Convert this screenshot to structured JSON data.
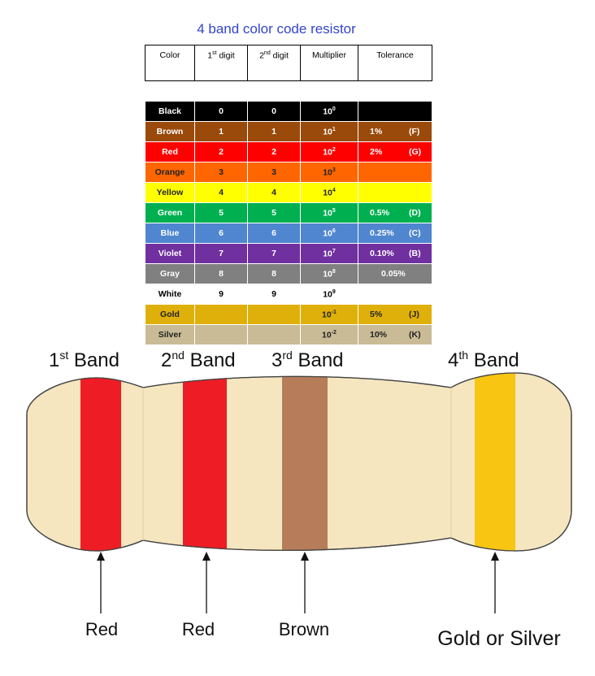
{
  "title": "4 band color code resistor",
  "table": {
    "headers": {
      "color": "Color",
      "digit1": "1",
      "digit1_sup": "st",
      "digit1_suffix": " digit",
      "digit2": "2",
      "digit2_sup": "nd",
      "digit2_suffix": " digit",
      "multiplier": "Multiplier",
      "tolerance": "Tolerance"
    },
    "rows": [
      {
        "color": "Black",
        "d1": "0",
        "d2": "0",
        "mult_base": "10",
        "mult_exp": "0",
        "tol": "",
        "code": "",
        "bg": "#000000",
        "fg": "#ffffff"
      },
      {
        "color": "Brown",
        "d1": "1",
        "d2": "1",
        "mult_base": "10",
        "mult_exp": "1",
        "tol": "1%",
        "code": "(F)",
        "bg": "#9a4a0a",
        "fg": "#ffffff"
      },
      {
        "color": "Red",
        "d1": "2",
        "d2": "2",
        "mult_base": "10",
        "mult_exp": "2",
        "tol": "2%",
        "code": "(G)",
        "bg": "#ff0000",
        "fg": "#ffffff"
      },
      {
        "color": "Orange",
        "d1": "3",
        "d2": "3",
        "mult_base": "10",
        "mult_exp": "3",
        "tol": "",
        "code": "",
        "bg": "#ff6600",
        "fg": "#222222"
      },
      {
        "color": "Yellow",
        "d1": "4",
        "d2": "4",
        "mult_base": "10",
        "mult_exp": "4",
        "tol": "",
        "code": "",
        "bg": "#ffff00",
        "fg": "#222222"
      },
      {
        "color": "Green",
        "d1": "5",
        "d2": "5",
        "mult_base": "10",
        "mult_exp": "5",
        "tol": "0.5%",
        "code": "(D)",
        "bg": "#00b050",
        "fg": "#ffffff"
      },
      {
        "color": "Blue",
        "d1": "6",
        "d2": "6",
        "mult_base": "10",
        "mult_exp": "6",
        "tol": "0.25%",
        "code": "(C)",
        "bg": "#4f86cf",
        "fg": "#ffffff"
      },
      {
        "color": "Violet",
        "d1": "7",
        "d2": "7",
        "mult_base": "10",
        "mult_exp": "7",
        "tol": "0.10%",
        "code": "(B)",
        "bg": "#7030a0",
        "fg": "#ffffff"
      },
      {
        "color": "Gray",
        "d1": "8",
        "d2": "8",
        "mult_base": "10",
        "mult_exp": "8",
        "tol": "0.05%",
        "code": "",
        "bg": "#808080",
        "fg": "#ffffff"
      },
      {
        "color": "White",
        "d1": "9",
        "d2": "9",
        "mult_base": "10",
        "mult_exp": "9",
        "tol": "",
        "code": "",
        "bg": "#ffffff",
        "fg": "#000000"
      },
      {
        "color": "Gold",
        "d1": "",
        "d2": "",
        "mult_base": "10",
        "mult_exp": "-1",
        "tol": "5%",
        "code": "(J)",
        "bg": "#e0b00a",
        "fg": "#222222"
      },
      {
        "color": "Silver",
        "d1": "",
        "d2": "",
        "mult_base": "10",
        "mult_exp": "-2",
        "tol": "10%",
        "code": "(K)",
        "bg": "#c8bb96",
        "fg": "#222222"
      }
    ]
  },
  "diagram": {
    "body_color": "#f5e6c0",
    "bands": [
      {
        "num": "1",
        "sup": "st",
        "word": "Band",
        "color_name": "Red",
        "fill": "#ee1c25"
      },
      {
        "num": "2",
        "sup": "nd",
        "word": "Band",
        "color_name": "Red",
        "fill": "#ee1c25"
      },
      {
        "num": "3",
        "sup": "rd",
        "word": "Band",
        "color_name": "Brown",
        "fill": "#b77d5a"
      },
      {
        "num": "4",
        "sup": "th",
        "word": "Band",
        "color_name": "Gold or Silver",
        "fill": "#f7c512"
      }
    ]
  }
}
